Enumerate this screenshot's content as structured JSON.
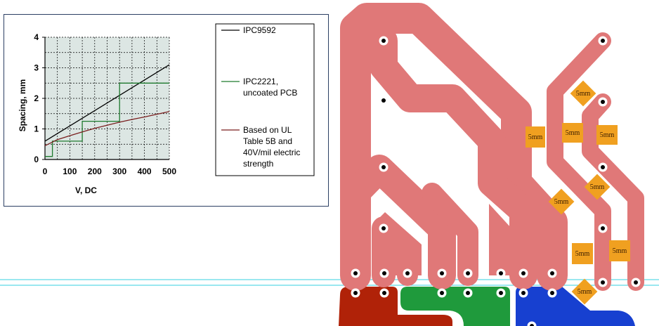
{
  "chart_data": {
    "type": "line",
    "xlabel": "V, DC",
    "ylabel": "Spacing, mm",
    "xlim": [
      0,
      500
    ],
    "ylim": [
      0,
      4
    ],
    "xticks": [
      "0",
      "100",
      "200",
      "300",
      "400",
      "500"
    ],
    "yticks": [
      "0",
      "1",
      "2",
      "3",
      "4"
    ],
    "grid": true,
    "legend_position": "right",
    "series": [
      {
        "name": "IPC9592",
        "color": "#000000",
        "x": [
          0,
          500
        ],
        "y": [
          0.6,
          3.1
        ]
      },
      {
        "name": "IPC2221, uncoated PCB",
        "color": "#1e7a2e",
        "step": true,
        "x": [
          0,
          30,
          30,
          150,
          150,
          300,
          300,
          500
        ],
        "y": [
          0.1,
          0.1,
          0.6,
          0.6,
          1.25,
          1.25,
          2.5,
          2.5
        ]
      },
      {
        "name": "Based on UL Table 5B and 40V/mil electric strength",
        "color": "#7a1f1f",
        "x": [
          0,
          50,
          100,
          150,
          200,
          250,
          300,
          350,
          400,
          450,
          500
        ],
        "y": [
          0.45,
          0.65,
          0.78,
          0.9,
          1.02,
          1.12,
          1.22,
          1.31,
          1.39,
          1.48,
          1.57
        ]
      }
    ],
    "legend_labels": {
      "s0": "IPC9592",
      "s1a": "IPC2221,",
      "s1b": "uncoated PCB",
      "s2a": "Based on UL",
      "s2b": "Table 5B and",
      "s2c": "40V/mil electric",
      "s2d": "strength"
    }
  },
  "pcb": {
    "spacing_labels": [
      "5mm",
      "5mm",
      "5mm",
      "5mm",
      "5mm",
      "5mm",
      "5mm",
      "5mm",
      "5mm"
    ],
    "colors": {
      "trace": "#e07878",
      "marker": "#f0a020",
      "red": "#b02208",
      "green": "#1f9a3c",
      "blue": "#1740d0",
      "guide": "#35d0e0"
    }
  }
}
